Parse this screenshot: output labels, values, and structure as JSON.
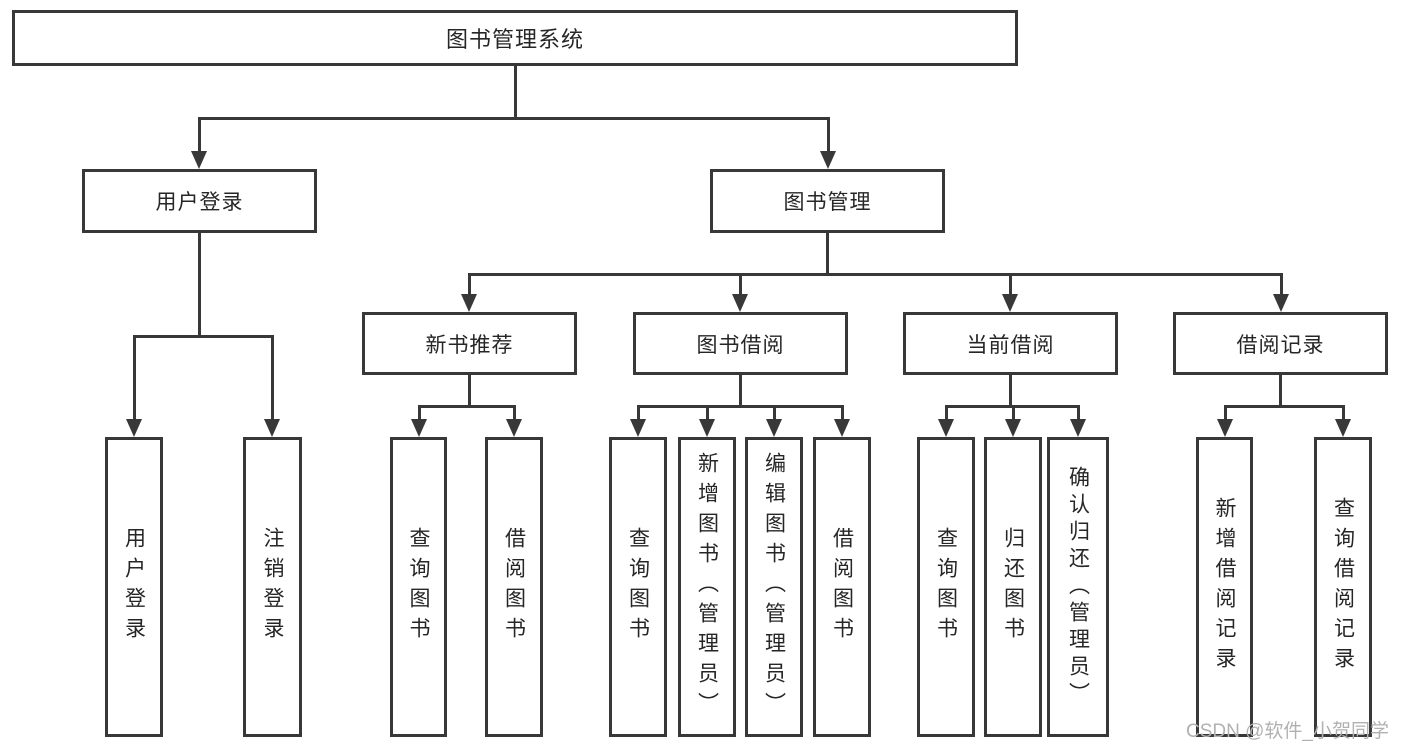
{
  "diagram": {
    "root": {
      "label": "图书管理系统"
    },
    "branches": [
      {
        "label": "用户登录",
        "leaves": [
          {
            "label": "用户登录"
          },
          {
            "label": "注销登录"
          }
        ]
      },
      {
        "label": "图书管理",
        "modules": [
          {
            "label": "新书推荐",
            "leaves": [
              {
                "label": "查询图书"
              },
              {
                "label": "借阅图书"
              }
            ]
          },
          {
            "label": "图书借阅",
            "leaves": [
              {
                "label": "查询图书"
              },
              {
                "label": "新增图书（管理员）"
              },
              {
                "label": "编辑图书（管理员）"
              },
              {
                "label": "借阅图书"
              }
            ]
          },
          {
            "label": "当前借阅",
            "leaves": [
              {
                "label": "查询图书"
              },
              {
                "label": "归还图书"
              },
              {
                "label": "确认归还（管理员）"
              }
            ]
          },
          {
            "label": "借阅记录",
            "leaves": [
              {
                "label": "新增借阅记录"
              },
              {
                "label": "查询借阅记录"
              }
            ]
          }
        ]
      }
    ]
  },
  "watermark": {
    "text": "CSDN @软件_小贺同学"
  },
  "colors": {
    "line": "#383838",
    "text": "#262626",
    "background": "#ffffff",
    "watermark": "#b1b1b1"
  }
}
